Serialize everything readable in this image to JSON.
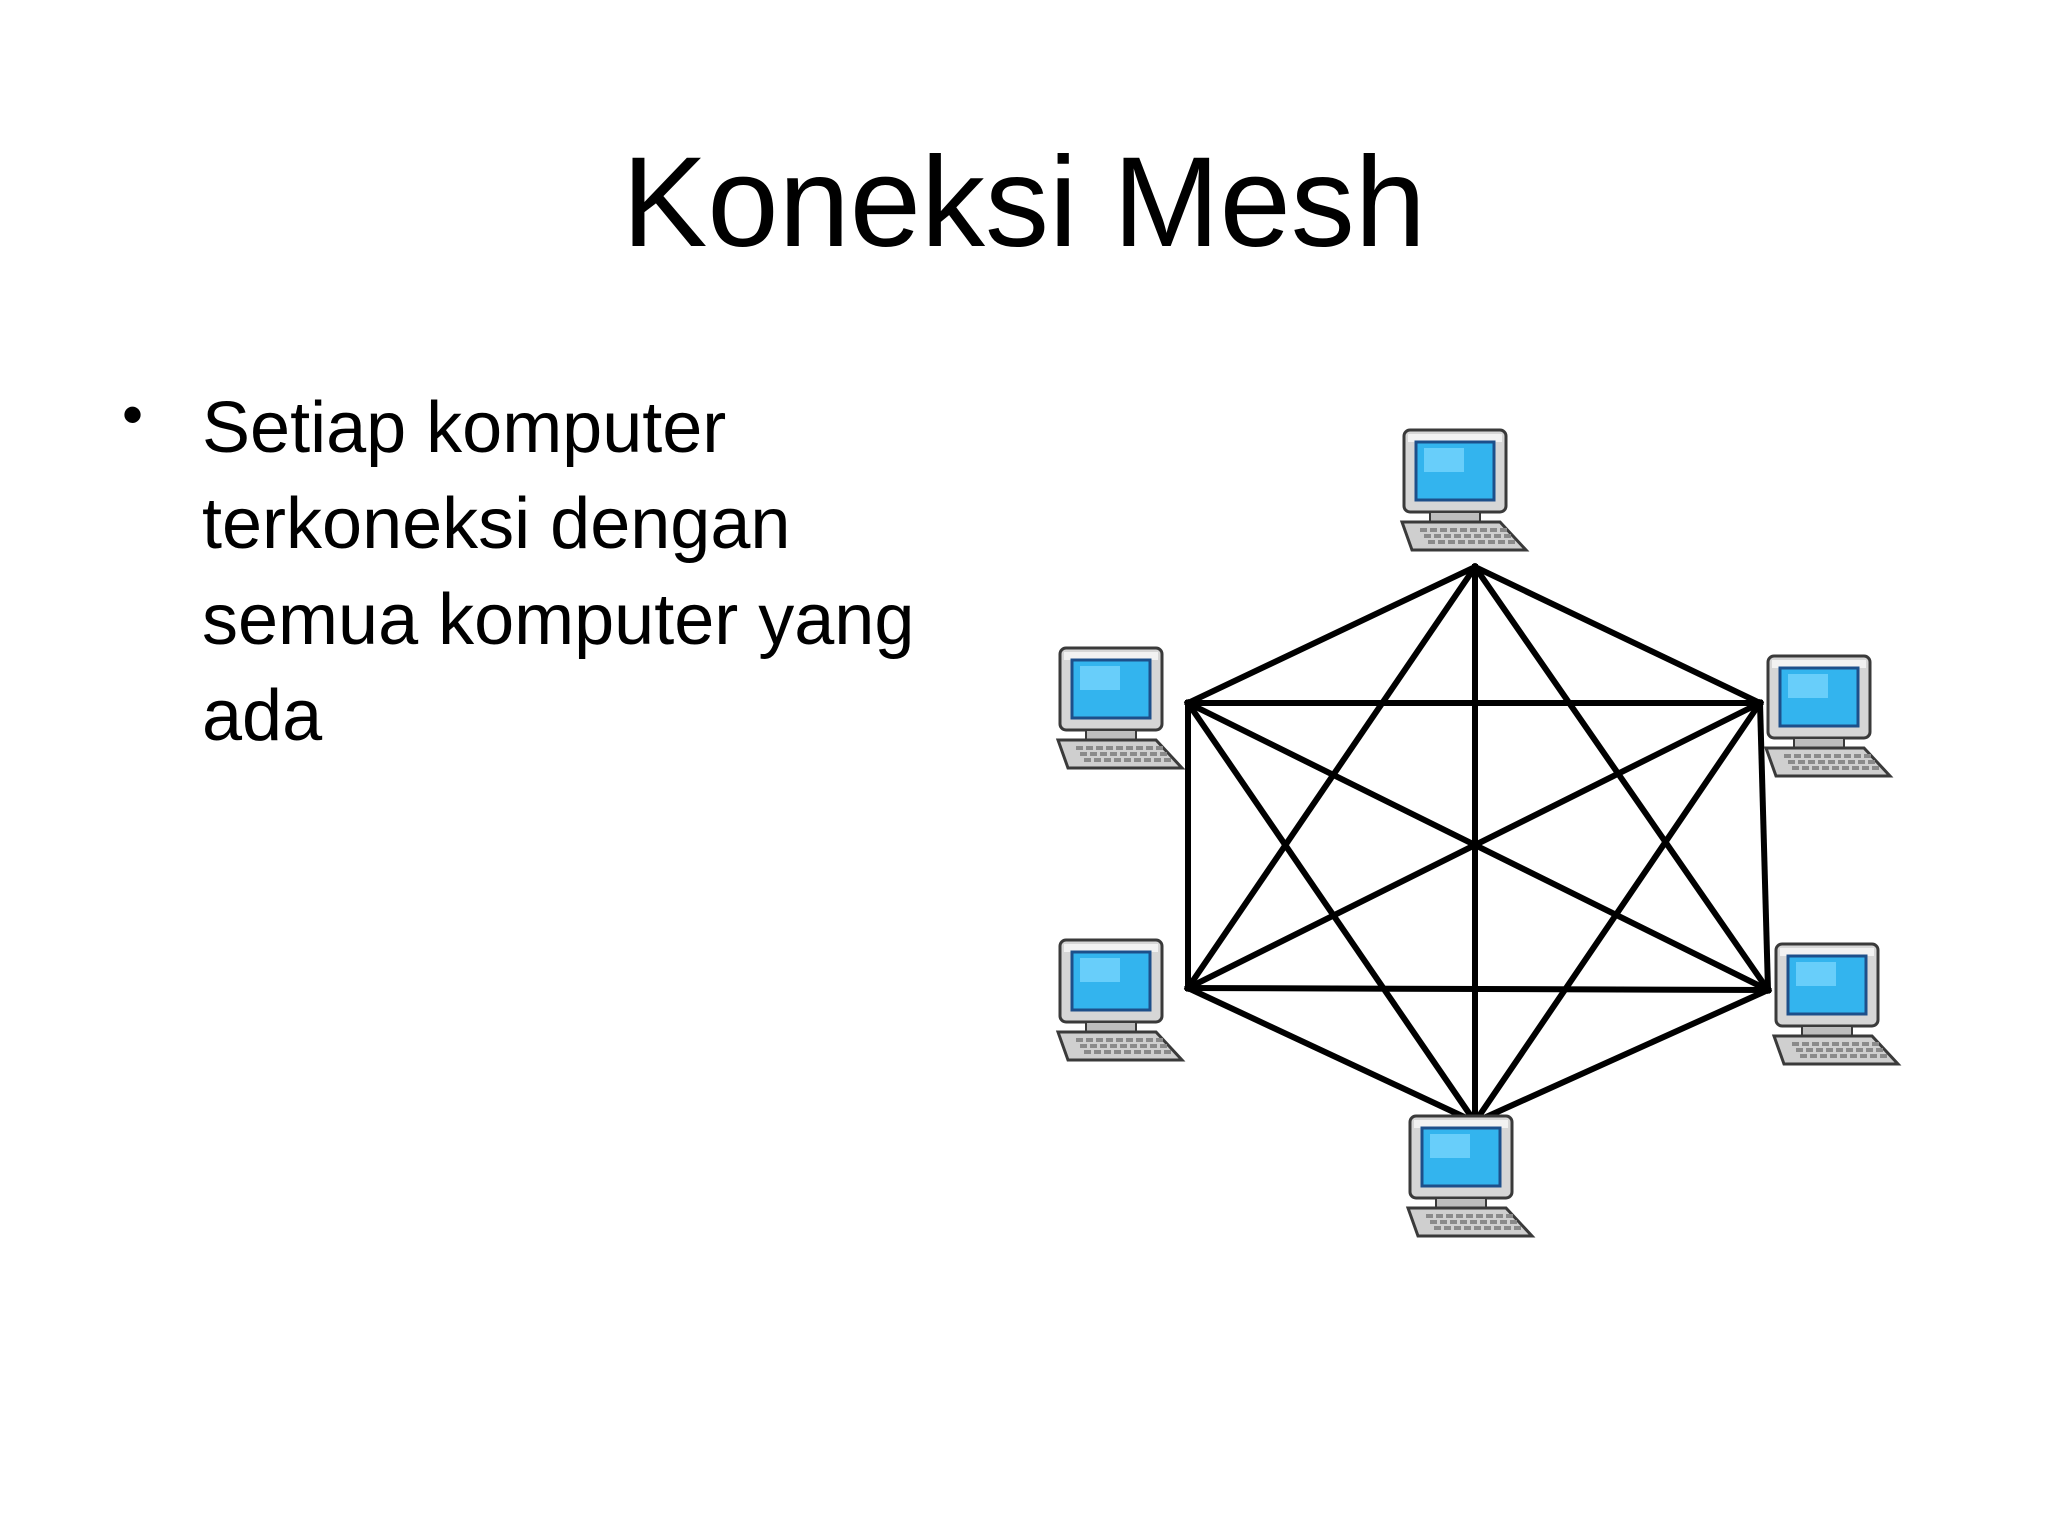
{
  "slide": {
    "title": "Koneksi Mesh",
    "bullets": [
      {
        "text": "Setiap komputer terkoneksi dengan semua komputer yang ada"
      }
    ]
  },
  "diagram": {
    "topology": "mesh",
    "node_icon": "desktop-computer-icon",
    "node_count": 6,
    "nodes": [
      {
        "name": "computer-top"
      },
      {
        "name": "computer-upper-right"
      },
      {
        "name": "computer-lower-right"
      },
      {
        "name": "computer-bottom"
      },
      {
        "name": "computer-lower-left"
      },
      {
        "name": "computer-upper-left"
      }
    ],
    "connections": "all-to-all",
    "colors": {
      "link": "#000000",
      "screen": "#33b4ee",
      "case": "#d6d6d6",
      "outline": "#3a3a3a"
    }
  }
}
